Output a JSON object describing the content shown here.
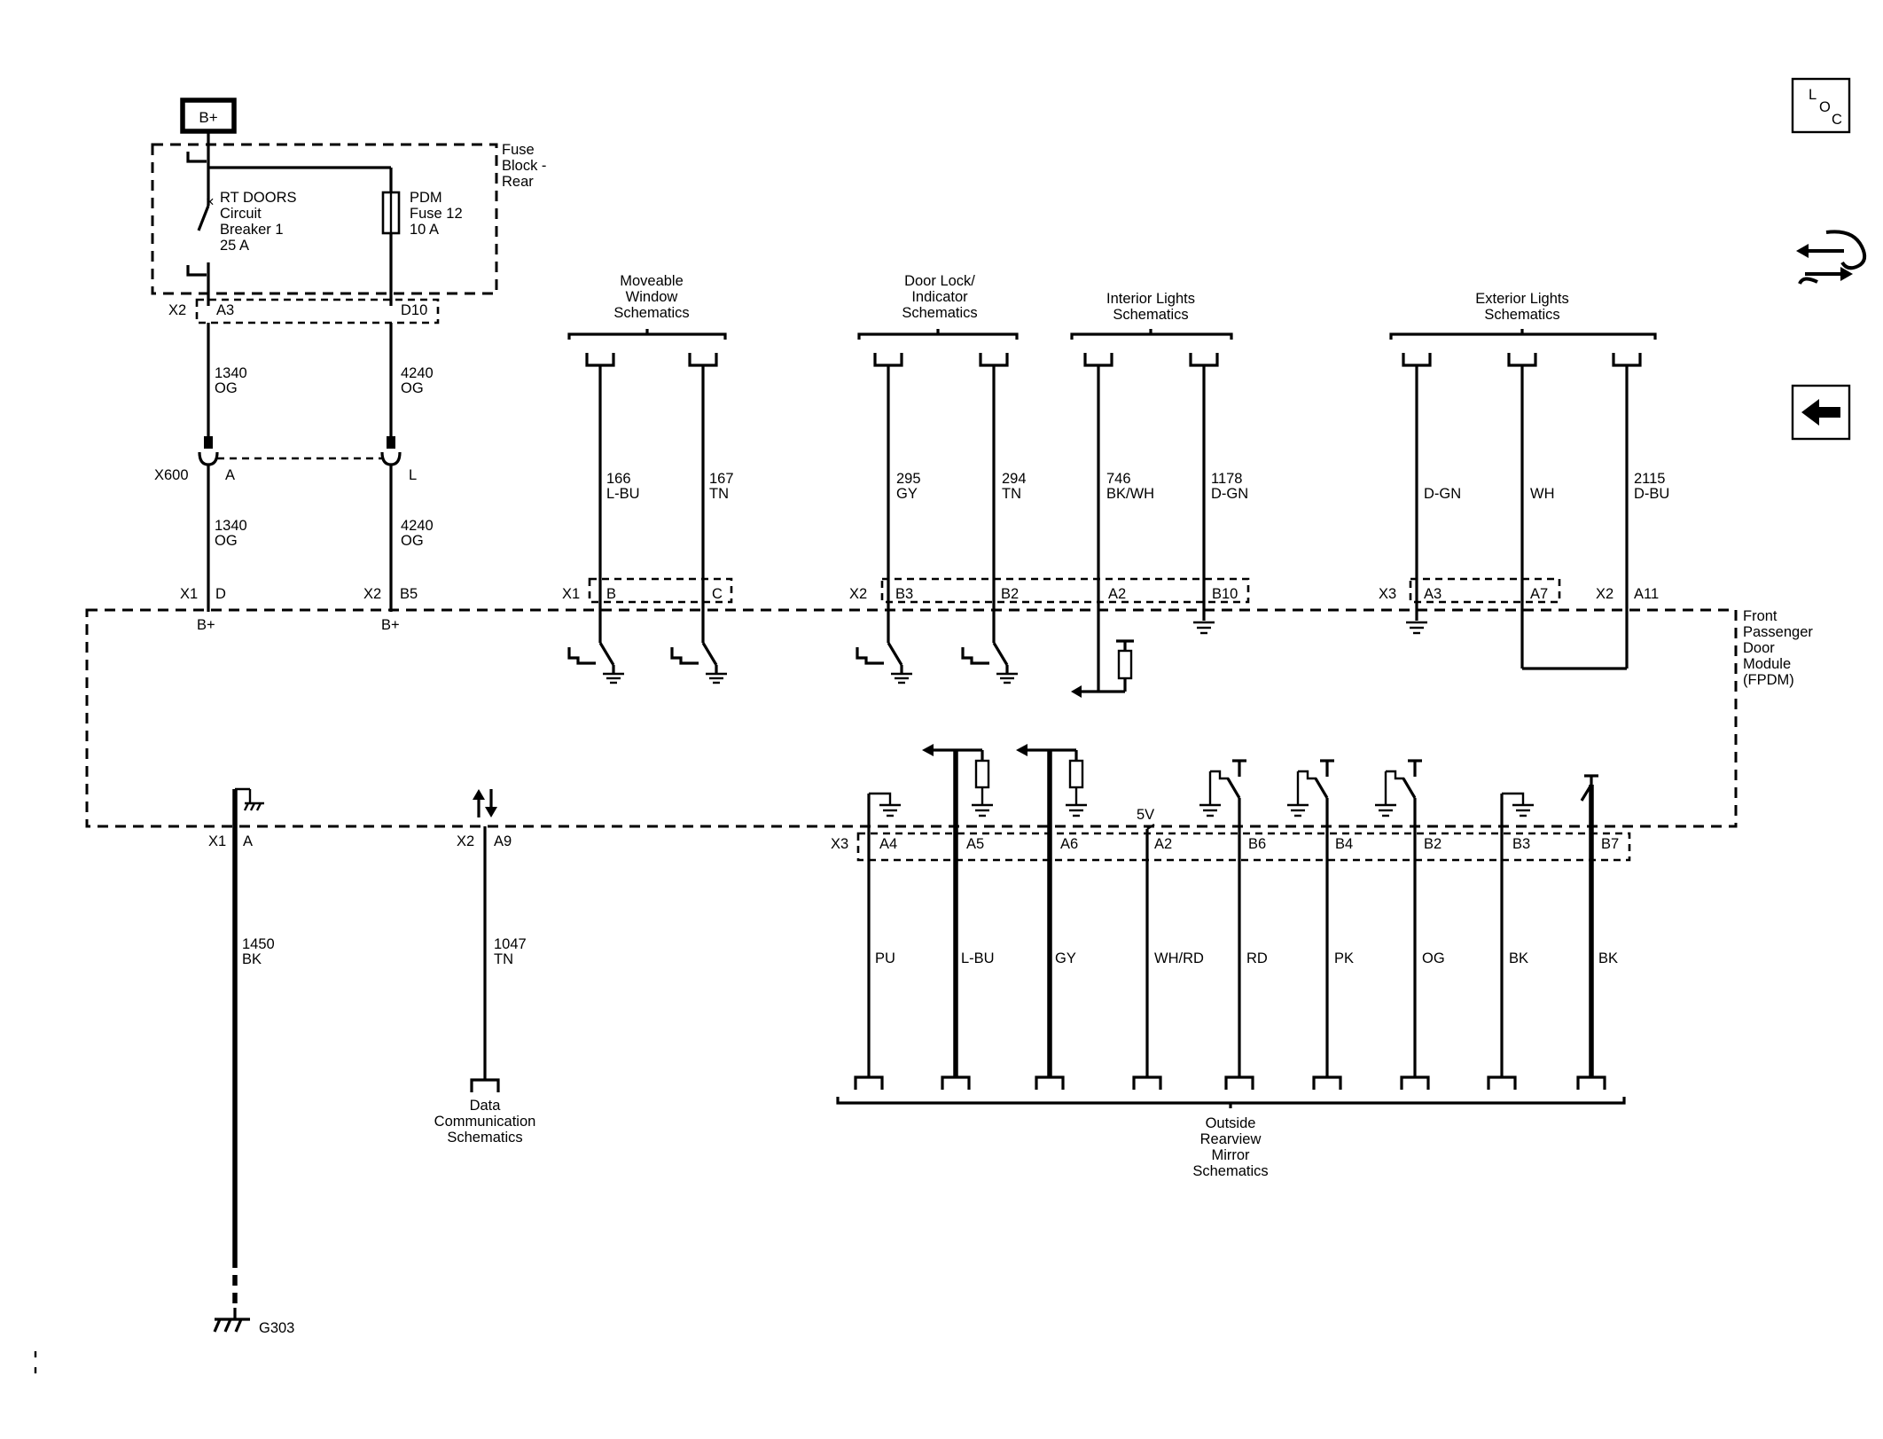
{
  "power": {
    "source": "B+"
  },
  "fuse_block": {
    "label": [
      "Fuse",
      "Block -",
      "Rear"
    ],
    "breaker": [
      "RT DOORS",
      "Circuit",
      "Breaker 1",
      "25 A"
    ],
    "fuse": [
      "PDM",
      "Fuse 12",
      "10 A"
    ]
  },
  "connectors": {
    "fb_x2": "X2",
    "fb_a3": "A3",
    "fb_d10": "D10",
    "x600": "X600",
    "x600_a": "A",
    "x600_l": "L",
    "m_x1": "X1",
    "m_d": "D",
    "m_x2": "X2",
    "m_b5": "B5",
    "bplus_1": "B+",
    "bplus_2": "B+",
    "mw_x1": "X1",
    "mw_b": "B",
    "mw_c": "C",
    "dl_x2": "X2",
    "dl_b3": "B3",
    "dl_b2": "B2",
    "il_a2": "A2",
    "il_b10": "B10",
    "el_x3": "X3",
    "el_a3": "A3",
    "el_a7": "A7",
    "el_x2": "X2",
    "el_a11": "A11",
    "b_x1": "X1",
    "b_a": "A",
    "b_x2": "X2",
    "b_a9": "A9",
    "m_x3": "X3",
    "m_a4": "A4",
    "m_a5": "A5",
    "m_a6": "A6",
    "m_a2": "A2",
    "m_b6": "B6",
    "m_b4": "B4",
    "m_b2": "B2",
    "m_b3": "B3",
    "m_b7": "B7",
    "m_5v": "5V"
  },
  "wires": {
    "w1340_top": [
      "1340",
      "OG"
    ],
    "w4240_top": [
      "4240",
      "OG"
    ],
    "w1340_bot": [
      "1340",
      "OG"
    ],
    "w4240_bot": [
      "4240",
      "OG"
    ],
    "w166": [
      "166",
      "L-BU"
    ],
    "w167": [
      "167",
      "TN"
    ],
    "w295": [
      "295",
      "GY"
    ],
    "w294": [
      "294",
      "TN"
    ],
    "w746": [
      "746",
      "BK/WH"
    ],
    "w1178": [
      "1178",
      "D-GN"
    ],
    "w_dgn": [
      "D-GN"
    ],
    "w_wh": [
      "WH"
    ],
    "w2115": [
      "2115",
      "D-BU"
    ],
    "w1450": [
      "1450",
      "BK"
    ],
    "w1047": [
      "1047",
      "TN"
    ],
    "mirror": [
      "PU",
      "L-BU",
      "GY",
      "WH/RD",
      "RD",
      "PK",
      "OG",
      "BK",
      "BK"
    ]
  },
  "references": {
    "moveable_window": [
      "Moveable",
      "Window",
      "Schematics"
    ],
    "door_lock": [
      "Door Lock/",
      "Indicator",
      "Schematics"
    ],
    "interior_lights": [
      "Interior Lights",
      "Schematics"
    ],
    "exterior_lights": [
      "Exterior Lights",
      "Schematics"
    ],
    "data_comm": [
      "Data",
      "Communication",
      "Schematics"
    ],
    "mirror": [
      "Outside",
      "Rearview",
      "Mirror",
      "Schematics"
    ]
  },
  "module": {
    "label": [
      "Front",
      "Passenger",
      "Door",
      "Module",
      "(FPDM)"
    ]
  },
  "ground": {
    "label": "G303"
  },
  "nav": {
    "loc_letters": [
      "L",
      "O",
      "C"
    ],
    "loc_icon": "loc-icon",
    "connector_icon": "connector-view-icon",
    "back_icon": "back-arrow-icon"
  }
}
